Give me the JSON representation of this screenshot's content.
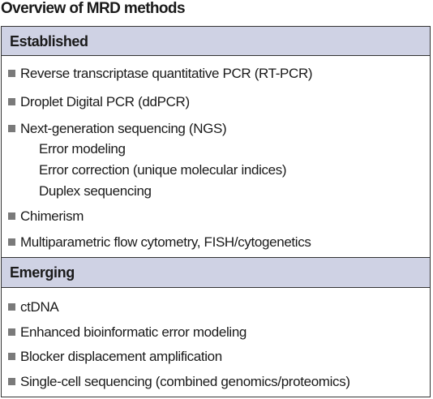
{
  "title": "Overview of MRD methods",
  "sections": [
    {
      "header": "Established",
      "items": [
        "Reverse transcriptase quantitative PCR (RT-PCR)",
        "Droplet Digital PCR (ddPCR)",
        "Next-generation sequencing (NGS)",
        "Chimerism",
        "Multiparametric flow cytometry, FISH/cytogenetics"
      ],
      "ngs_subitems": [
        "Error modeling",
        "Error correction (unique molecular indices)",
        "Duplex sequencing"
      ]
    },
    {
      "header": "Emerging",
      "items": [
        "ctDNA",
        "Enhanced bioinformatic error modeling",
        "Blocker displacement amplification",
        "Single-cell sequencing (combined genomics/proteomics)"
      ]
    }
  ],
  "colors": {
    "header_background": "#cfd2e4",
    "bullet": "#7a7a7a",
    "border": "#333333"
  },
  "icons": {
    "bullet": "square-bullet-icon"
  }
}
